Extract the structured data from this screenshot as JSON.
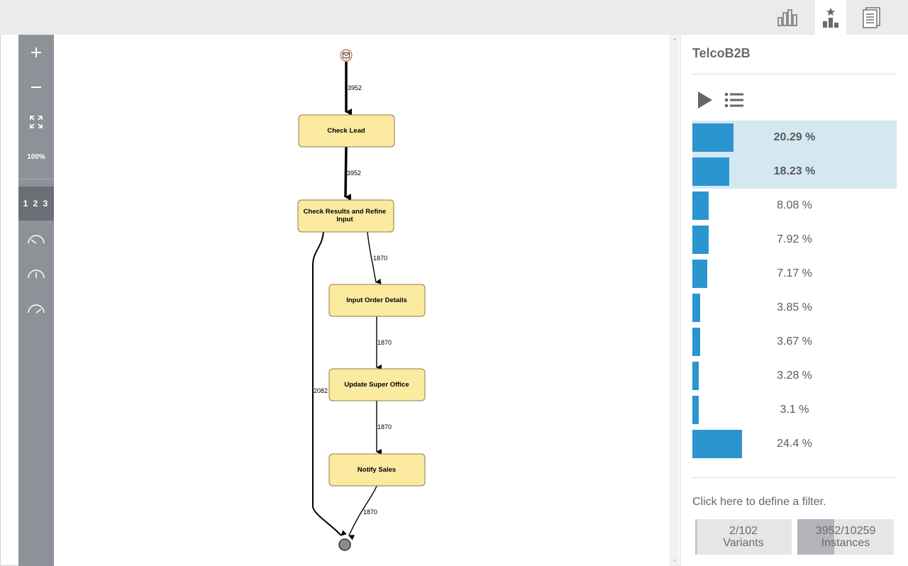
{
  "topbar": {
    "icons": [
      "bar-chart-icon",
      "ranked-chart-icon",
      "document-icon"
    ],
    "active": "ranked-chart-icon"
  },
  "toolbar": {
    "zoom_level": "100%",
    "frequency_label": "1 2 3",
    "icons": [
      "zoom-in-icon",
      "zoom-out-icon",
      "fit-screen-icon",
      "gauge-slow-icon",
      "gauge-medium-icon",
      "gauge-fast-icon"
    ]
  },
  "process_map": {
    "nodes": [
      {
        "id": "check-lead",
        "label": "Check Lead"
      },
      {
        "id": "check-results",
        "label_line1": "Check Results and Refine",
        "label_line2": "Input"
      },
      {
        "id": "input-order",
        "label": "Input Order Details"
      },
      {
        "id": "update-super",
        "label": "Update Super Office"
      },
      {
        "id": "notify-sales",
        "label": "Notify Sales"
      }
    ],
    "edges": [
      {
        "from": "start",
        "to": "check-lead",
        "count": "3952"
      },
      {
        "from": "check-lead",
        "to": "check-results",
        "count": "3952"
      },
      {
        "from": "check-results",
        "to": "input-order",
        "count": "1870"
      },
      {
        "from": "input-order",
        "to": "update-super",
        "count": "1870"
      },
      {
        "from": "update-super",
        "to": "notify-sales",
        "count": "1870"
      },
      {
        "from": "notify-sales",
        "to": "end",
        "count": "1870"
      },
      {
        "from": "check-results",
        "to": "end",
        "count": "2082"
      }
    ],
    "colors": {
      "node_fill": "#fdeaa1",
      "node_border": "#8c7b4a",
      "edge": "#000000"
    }
  },
  "panel": {
    "title": "TelcoB2B",
    "play_icon": "play-icon",
    "list_icon": "list-icon",
    "variants": [
      {
        "percent": "20.29 %",
        "share": 0.2029,
        "selected": true
      },
      {
        "percent": "18.23 %",
        "share": 0.1823,
        "selected": true
      },
      {
        "percent": "8.08 %",
        "share": 0.0808,
        "selected": false
      },
      {
        "percent": "7.92 %",
        "share": 0.0792,
        "selected": false
      },
      {
        "percent": "7.17 %",
        "share": 0.0717,
        "selected": false
      },
      {
        "percent": "3.85 %",
        "share": 0.0385,
        "selected": false
      },
      {
        "percent": "3.67 %",
        "share": 0.0367,
        "selected": false
      },
      {
        "percent": "3.28 %",
        "share": 0.0328,
        "selected": false
      },
      {
        "percent": "3.1 %",
        "share": 0.031,
        "selected": false
      },
      {
        "percent": "24.4 %",
        "share": 0.244,
        "selected": false
      }
    ],
    "bar_color": "#2b95d0",
    "selected_color": "#d4e8f2",
    "filter_text": "Click here to define a filter.",
    "variants_stat": {
      "value": "2/102",
      "label": "Variants",
      "ratio": 0.0196
    },
    "instances_stat": {
      "value": "3952/10259",
      "label": "Instances",
      "ratio": 0.385
    }
  }
}
